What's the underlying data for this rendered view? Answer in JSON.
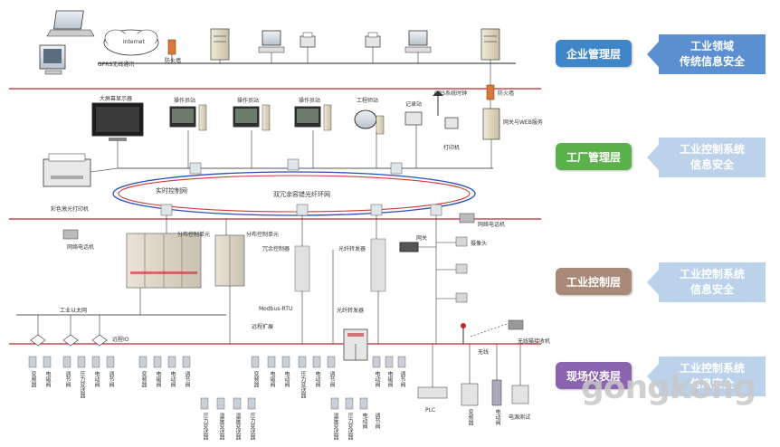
{
  "network_labels": {
    "internet": "Internet",
    "gprs": "GPRS无线通讯",
    "firewall_top": "防火墙",
    "big_screen": "大屏幕显示器",
    "op_station_1": "操作员站",
    "op_station_2": "操作员站",
    "op_station_3": "操作员站",
    "engineer_station": "工程师站",
    "recorder": "记录站",
    "gps_clock": "GPS系统时钟",
    "firewall_mid": "防火墙",
    "gateway_server": "网关与WEB服务",
    "printer": "打印机",
    "color_printer": "彩色激光打印机",
    "realtime_net": "实时控制网",
    "ring_net": "双冗余容错光纤环网",
    "network_phone_right": "网络电话机",
    "network_phone_left": "网络电话机",
    "gateway": "网关",
    "camera": "摄像头",
    "dist_ctrl_1": "分布控制单元",
    "dist_ctrl_2": "分布控制单元",
    "redundant_ctrl": "冗余控制器",
    "fiber_transceiver_1": "光纤转发器",
    "fiber_transceiver_2": "光纤转发器",
    "ind_ethernet": "工业以太网",
    "modbus_rtu": "Modbus-RTU",
    "remote_io": "远程IO",
    "remote_ext": "远程扩展",
    "wireless": "无线",
    "wireless_modem": "无线猫接收机",
    "plc": "PLC",
    "power_test": "电源测试",
    "freq_conv": "变频器",
    "elec_valve": "电动阀"
  },
  "field_devices": {
    "group1": [
      "变频器",
      "电磁阀",
      "调节阀",
      "压力变送器",
      "电动阀",
      "调节阀"
    ],
    "group2": [
      "变频器",
      "电磁阀",
      "电动阀",
      "调节阀"
    ],
    "group3": [
      "变频器",
      "电磁阀",
      "电动阀",
      "压力变送器",
      "电动阀",
      "调节阀"
    ],
    "group4": [
      "电动阀",
      "电磁阀",
      "调节阀"
    ],
    "sensors1": [
      "压力变送器",
      "温度变送器",
      "温度变送器",
      "压力变送器"
    ],
    "sensors2": [
      "温度变送器",
      "压力变送器",
      "电动阀",
      "调节阀"
    ]
  },
  "layers": [
    {
      "label": "企业管理层",
      "color": "#3f86c9"
    },
    {
      "label": "工厂管理层",
      "color": "#5bb24a"
    },
    {
      "label": "工业控制层",
      "color": "#a88a78"
    },
    {
      "label": "现场仪表层",
      "color": "#8a64b0"
    }
  ],
  "security_boxes": [
    {
      "line1": "工业领域",
      "line2": "传统信息安全",
      "style": "dark"
    },
    {
      "line1": "工业控制系统",
      "line2": "信息安全",
      "style": "light"
    },
    {
      "line1": "工业控制系统",
      "line2": "信息安全",
      "style": "light"
    },
    {
      "line1": "工业控制系统",
      "line2": "信息安全",
      "style": "light"
    }
  ],
  "watermark": "gongkong",
  "colors": {
    "bus_red": "#c0282d",
    "ring_blue": "#2b4fb8",
    "ring_red": "#d23a3a"
  }
}
